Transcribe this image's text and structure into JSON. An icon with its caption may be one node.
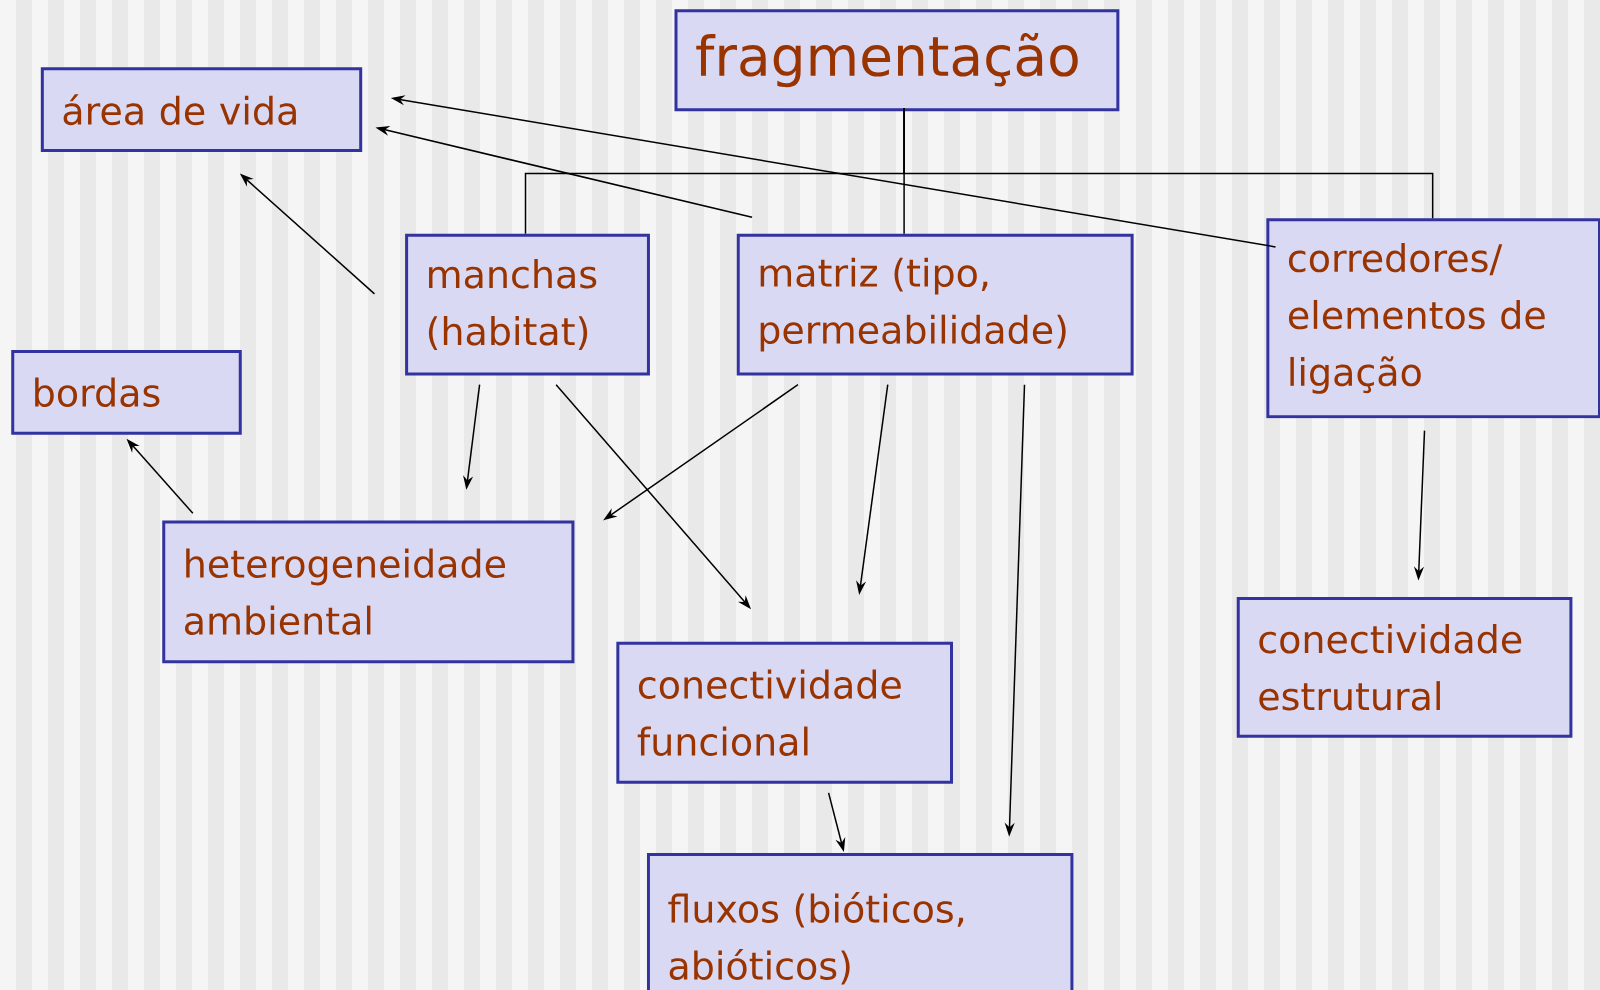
{
  "diagram": {
    "nodes": [
      {
        "text": [
          "fragmentação"
        ]
      },
      {
        "text": [
          "área de vida"
        ]
      },
      {
        "text": [
          "manchas (habitat)"
        ]
      },
      {
        "text": [
          "matriz (tipo, permeabilidade)"
        ]
      },
      {
        "text": [
          "corredores/ elementos de ligação"
        ]
      },
      {
        "text": [
          "bordas"
        ]
      },
      {
        "text": [
          "heterogeneidade ambiental"
        ]
      },
      {
        "text": [
          "conectividade funcional"
        ]
      },
      {
        "text": [
          "conectividade estrutural"
        ]
      },
      {
        "text": [
          "fluxos (bióticos, abióticos)"
        ]
      }
    ],
    "edges": [
      {
        "from": 0,
        "to": 2,
        "arrow": "none"
      },
      {
        "from": 0,
        "to": 3,
        "arrow": "none"
      },
      {
        "from": 0,
        "to": 4,
        "arrow": "none"
      },
      {
        "from": 2,
        "to": 1,
        "arrow": "to"
      },
      {
        "from": 3,
        "to": 1,
        "arrow": "to"
      },
      {
        "from": 4,
        "to": 1,
        "arrow": "to"
      },
      {
        "from": 2,
        "to": 6,
        "arrow": "to"
      },
      {
        "from": 2,
        "to": 7,
        "arrow": "to"
      },
      {
        "from": 3,
        "to": 6,
        "arrow": "to"
      },
      {
        "from": 3,
        "to": 7,
        "arrow": "to"
      },
      {
        "from": 3,
        "to": 9,
        "arrow": "to"
      },
      {
        "from": 4,
        "to": 8,
        "arrow": "to"
      },
      {
        "from": 6,
        "to": 5,
        "arrow": "to"
      },
      {
        "from": 7,
        "to": 9,
        "arrow": "to"
      }
    ]
  }
}
